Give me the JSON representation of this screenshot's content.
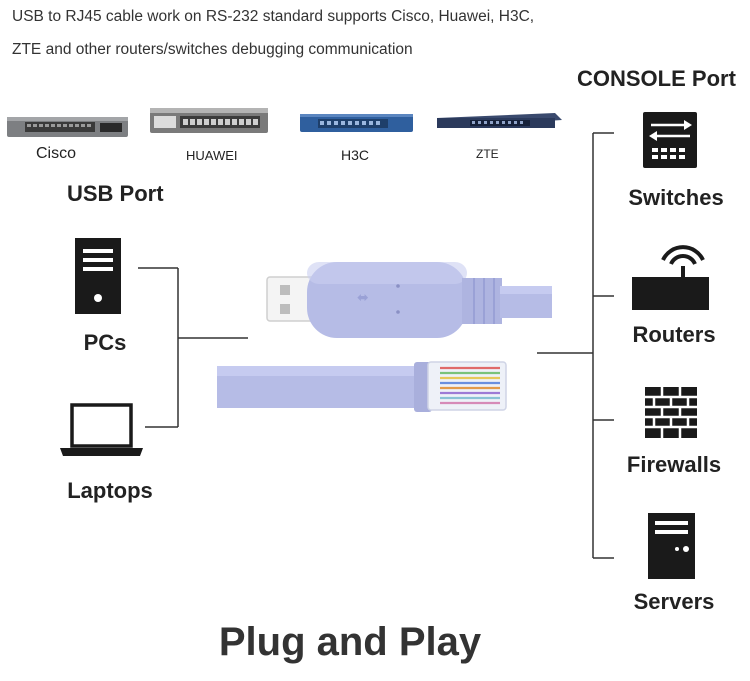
{
  "description": {
    "line1": "USB to RJ45 cable work on RS-232 standard supports Cisco, Huawei, H3C,",
    "line2": "ZTE and other routers/switches debugging communication"
  },
  "brands": [
    "Cisco",
    "HUAWEI",
    "H3C",
    "ZTE"
  ],
  "usb_port_heading": "USB Port",
  "console_port_heading": "CONSOLE Port",
  "usb_devices": [
    "PCs",
    "Laptops"
  ],
  "console_devices": [
    "Switches",
    "Routers",
    "Firewalls",
    "Servers"
  ],
  "footer": "Plug and Play",
  "colors": {
    "cable": "#b6bce6",
    "cable_dark": "#9aa1d6",
    "device_dark": "#1a1a1a",
    "line": "#333333",
    "h3c_blue": "#2f5f9e",
    "zte_navy": "#2b3a5c"
  }
}
